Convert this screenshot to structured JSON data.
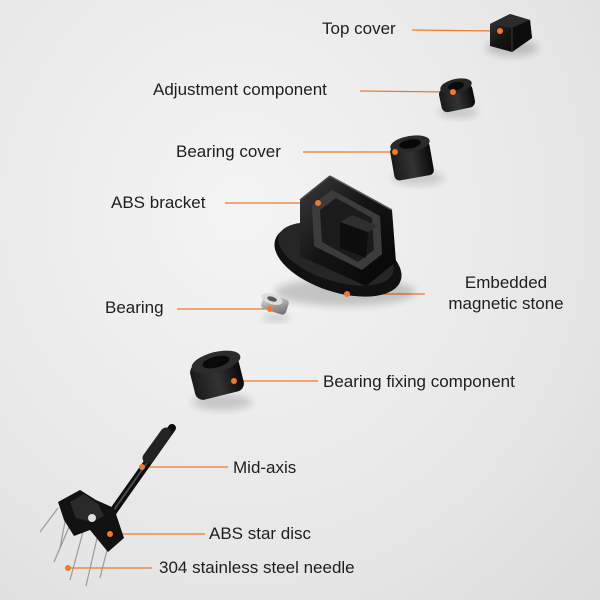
{
  "diagram": {
    "accent_color": "#f07a2a",
    "part_color": "#141414",
    "labels": {
      "top_cover": "Top cover",
      "adjustment_component": "Adjustment component",
      "bearing_cover": "Bearing cover",
      "abs_bracket": "ABS bracket",
      "embedded_magnetic_stone": "Embedded\nmagnetic stone",
      "bearing": "Bearing",
      "bearing_fixing_component": "Bearing fixing component",
      "mid_axis": "Mid-axis",
      "abs_star_disc": "ABS star disc",
      "needle": "304 stainless steel needle"
    }
  }
}
